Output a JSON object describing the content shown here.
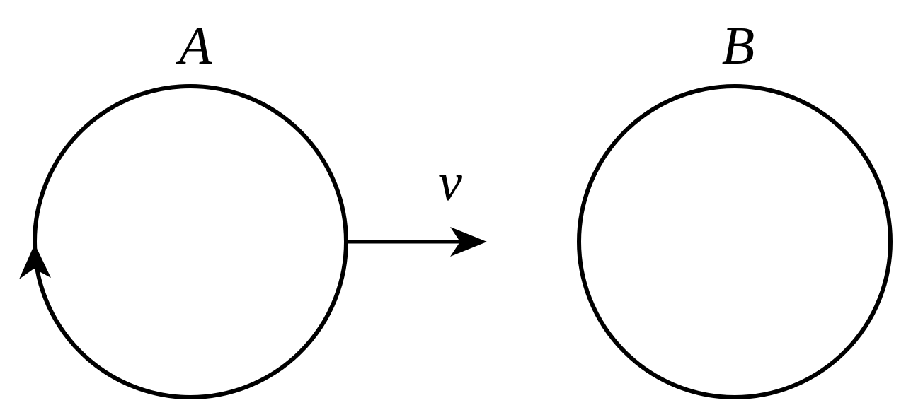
{
  "labels": {
    "loop_a": "A",
    "loop_b": "B",
    "velocity": "v"
  },
  "colors": {
    "stroke": "#000000",
    "background": "#ffffff"
  },
  "icons": {
    "current_direction": "arrowhead-up-icon",
    "velocity_direction": "arrow-right-icon"
  }
}
